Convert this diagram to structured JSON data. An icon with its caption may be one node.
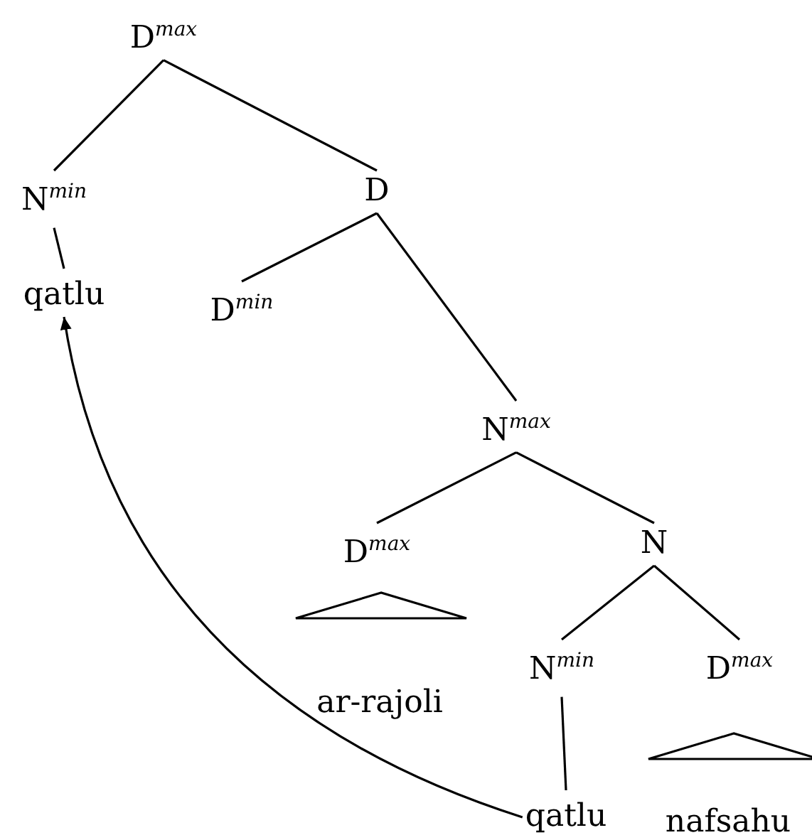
{
  "diagram": {
    "nodes": [
      {
        "text": [
          "D$^{max}$"
        ]
      },
      {
        "text": [
          "N$^{min}$"
        ]
      },
      {
        "text": [
          "D"
        ]
      },
      {
        "text": [
          "qatlu"
        ]
      },
      {
        "text": [
          "D$^{min}$"
        ]
      },
      {
        "text": [
          "N$^{max}$"
        ]
      },
      {
        "text": [
          "D$^{max}$"
        ]
      },
      {
        "text": [
          "N"
        ]
      },
      {
        "text": [],
        "shape": "triangle"
      },
      {
        "text": [
          "ar-rajoli"
        ]
      },
      {
        "text": [
          "N$^{min}$"
        ]
      },
      {
        "text": [
          "D$^{max}$"
        ]
      },
      {
        "text": [],
        "shape": "triangle"
      },
      {
        "text": [
          "qatlu"
        ]
      },
      {
        "text": [
          "nafsahu"
        ]
      }
    ],
    "edges": [
      {
        "from": 0,
        "to": 1,
        "arrow": "none"
      },
      {
        "from": 0,
        "to": 2,
        "arrow": "none"
      },
      {
        "from": 1,
        "to": 3,
        "arrow": "none"
      },
      {
        "from": 2,
        "to": 4,
        "arrow": "none"
      },
      {
        "from": 2,
        "to": 5,
        "arrow": "none"
      },
      {
        "from": 5,
        "to": 6,
        "arrow": "none"
      },
      {
        "from": 5,
        "to": 7,
        "arrow": "none"
      },
      {
        "from": 7,
        "to": 10,
        "arrow": "none"
      },
      {
        "from": 7,
        "to": 11,
        "arrow": "none"
      },
      {
        "from": 10,
        "to": 13,
        "arrow": "none"
      },
      {
        "from": 13,
        "to": 3,
        "arrow": "to"
      }
    ]
  }
}
